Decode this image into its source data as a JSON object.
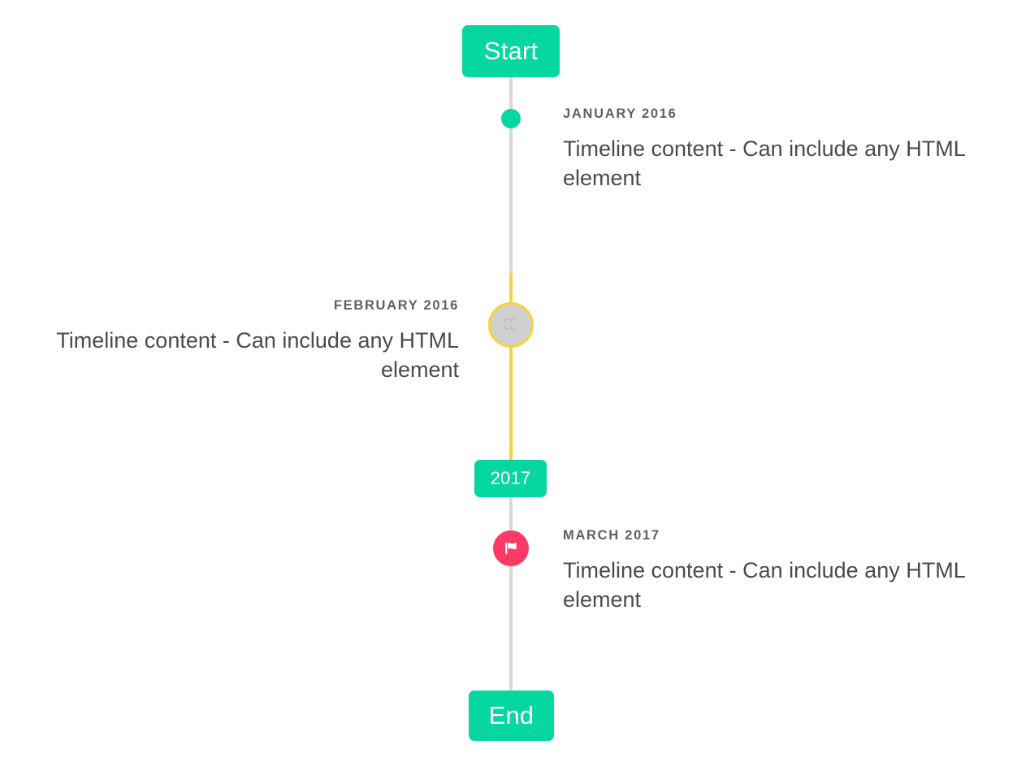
{
  "timeline": {
    "accent_teal": "#06d6a0",
    "accent_yellow": "#f5d33b",
    "accent_pink": "#fb3b64",
    "rail_gray": "#d8d8d8",
    "start_badge": {
      "label": "Start"
    },
    "year_badge": {
      "label": "2017"
    },
    "end_badge": {
      "label": "End"
    },
    "entries": [
      {
        "date": "JANUARY 2016",
        "body": "Timeline content - Can include any HTML element",
        "side": "right",
        "marker": "dot-icon",
        "marker_color": "#06d6a0"
      },
      {
        "date": "FEBRUARY 2016",
        "body": "Timeline content - Can include any HTML element",
        "side": "left",
        "marker": "broken-image-icon",
        "marker_color": "#cfcfcf",
        "marker_ring_color": "#f5d33b"
      },
      {
        "date": "MARCH 2017",
        "body": "Timeline content - Can include any HTML element",
        "side": "right",
        "marker": "flag-icon",
        "marker_color": "#fb3b64"
      }
    ]
  }
}
